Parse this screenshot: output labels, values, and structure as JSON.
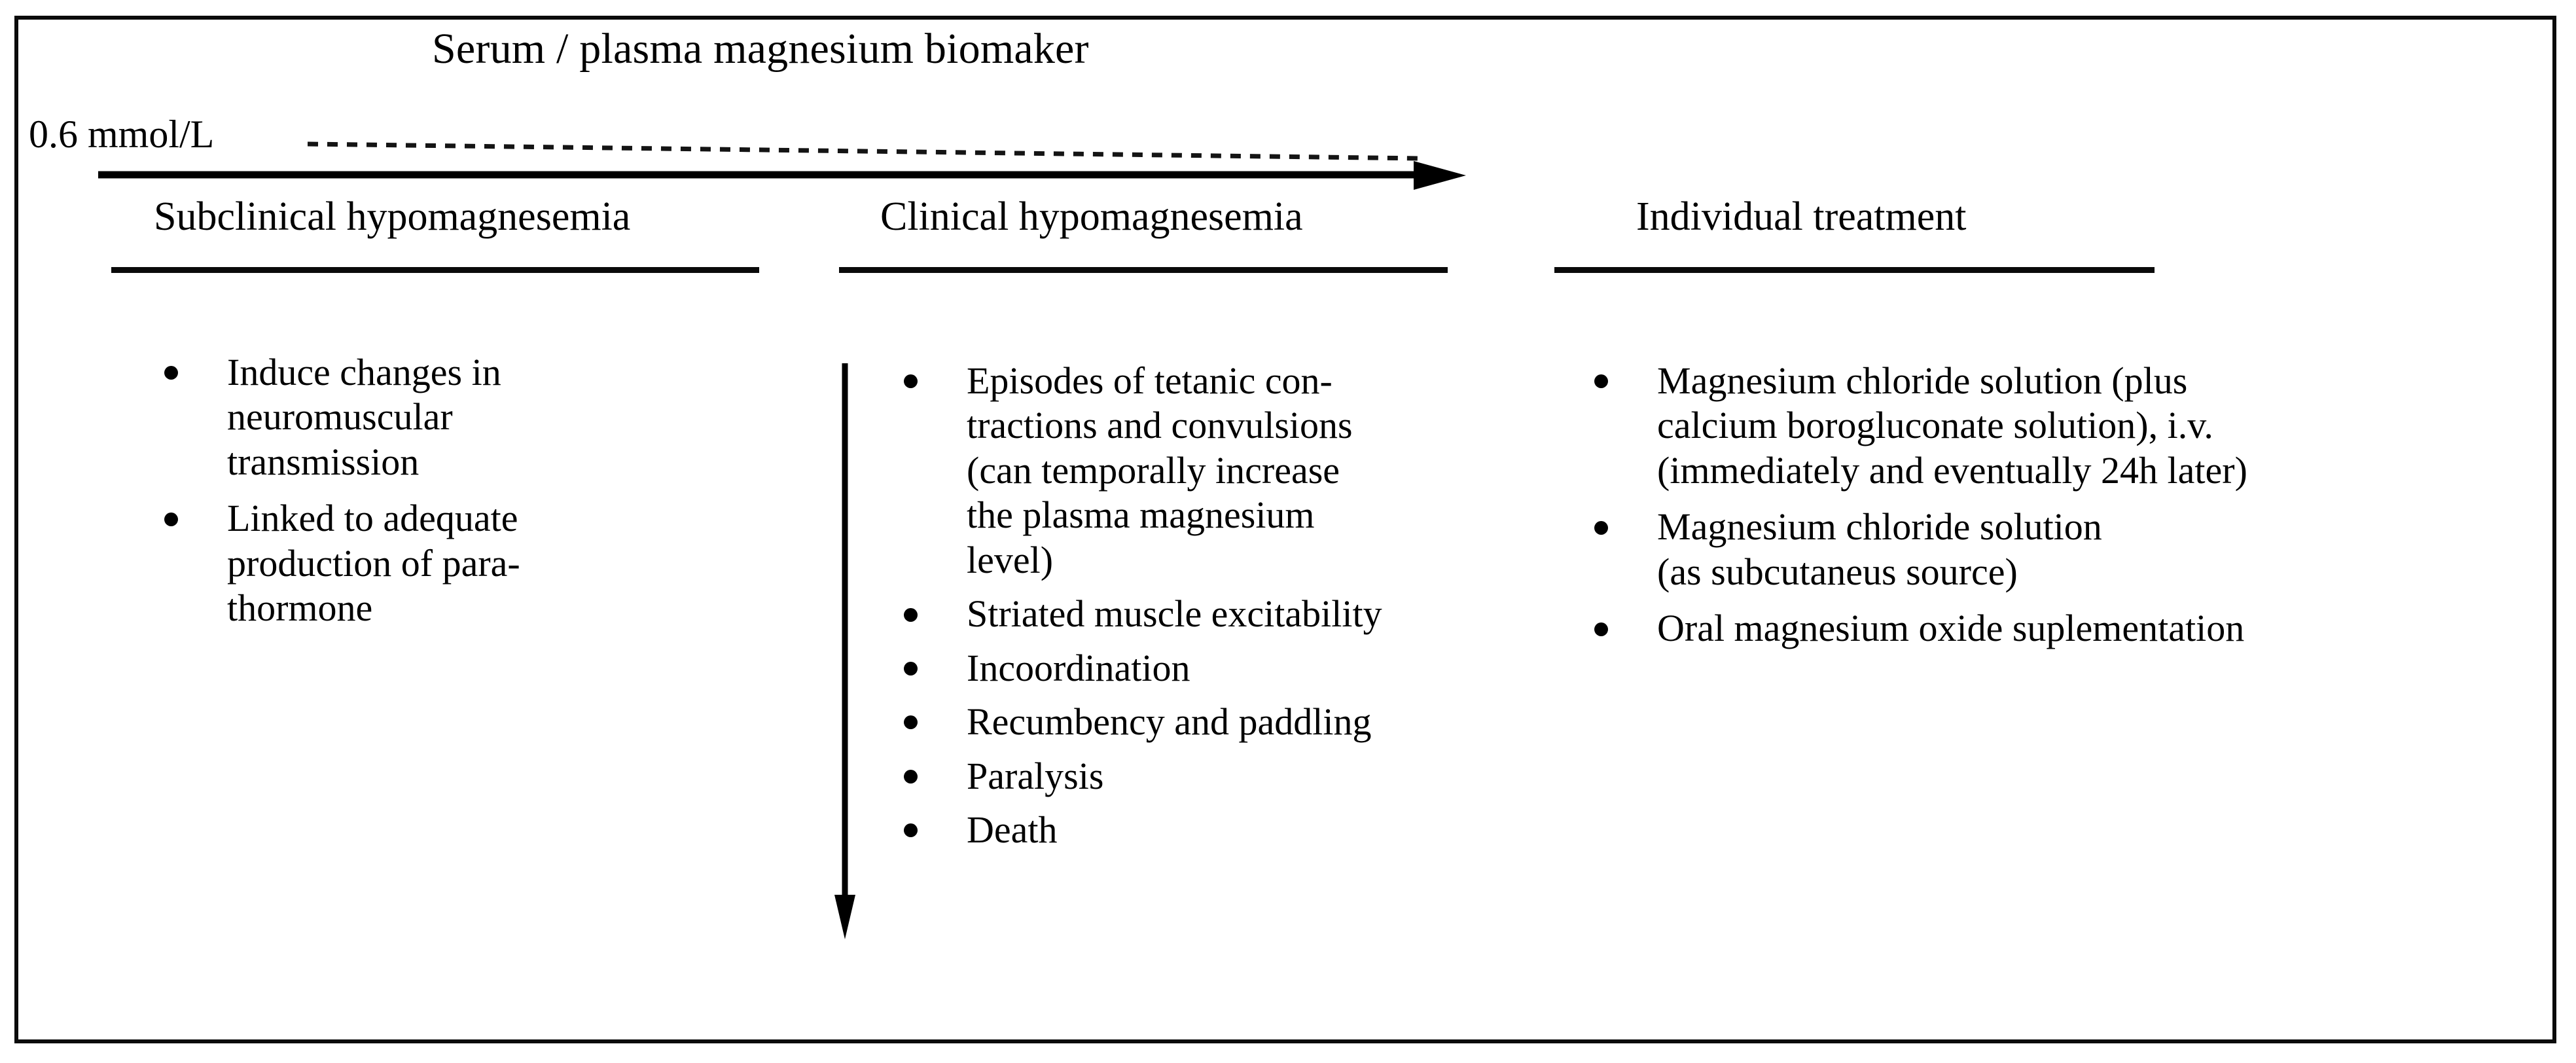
{
  "figure": {
    "title": "Serum / plasma magnesium biomaker",
    "threshold_label": "0.6 mmol/L",
    "axis": {
      "dotted_line_name": "threshold-reference-line",
      "arrow_direction": "right",
      "progression_arrow_direction": "down"
    },
    "colors": {
      "ink": "#000000",
      "frame": "#0b0b0b",
      "background": "#ffffff"
    }
  },
  "columns": [
    {
      "header": "Subclinical hypomagnesemia",
      "items": [
        "Induce changes in\nneuromuscular\ntransmission",
        "Linked to adequate\nproduction of para-\nthormone"
      ]
    },
    {
      "header": "Clinical hypomagnesemia",
      "items": [
        "Episodes of tetanic con-\ntractions and convulsions\n(can temporally increase\nthe plasma magnesium\nlevel)",
        "Striated muscle excitability",
        "Incoordination",
        "Recumbency and paddling",
        "Paralysis",
        "Death"
      ]
    },
    {
      "header": "Individual treatment",
      "items": [
        "Magnesium chloride solution (plus\ncalcium borogluconate solution), i.v.\n(immediately and eventually 24h later)",
        "Magnesium chloride solution\n(as subcutaneus source)",
        "Oral magnesium oxide suplementation"
      ]
    }
  ]
}
